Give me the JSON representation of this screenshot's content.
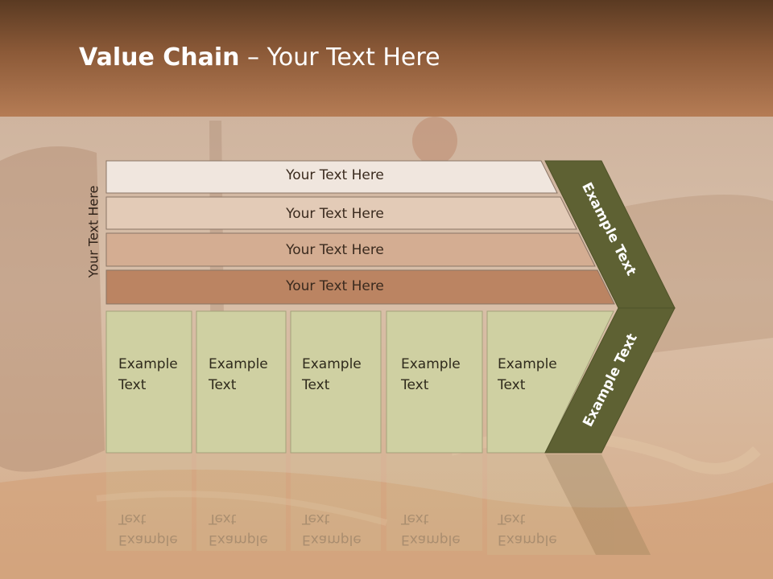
{
  "title": {
    "bold": "Value Chain",
    "rest": " – Your Text Here"
  },
  "side_label": "Your Text Here",
  "bars": [
    {
      "label": "Your Text Here",
      "fill": "#f0e6de"
    },
    {
      "label": "Your Text Here",
      "fill": "#e3cbb7"
    },
    {
      "label": "Your Text Here",
      "fill": "#d4ad92"
    },
    {
      "label": "Your Text Here",
      "fill": "#bb8462"
    }
  ],
  "boxes": [
    {
      "line1": "Example",
      "line2": "Text"
    },
    {
      "line1": "Example",
      "line2": "Text"
    },
    {
      "line1": "Example",
      "line2": "Text"
    },
    {
      "line1": "Example",
      "line2": "Text"
    },
    {
      "line1": "Example",
      "line2": "Text"
    }
  ],
  "chevron": {
    "upper": "Example Text",
    "lower": "Example Text"
  },
  "colors": {
    "box_fill": "#cfd0a2",
    "chevron_fill": "#5e6133",
    "header": "#8c5a38"
  }
}
